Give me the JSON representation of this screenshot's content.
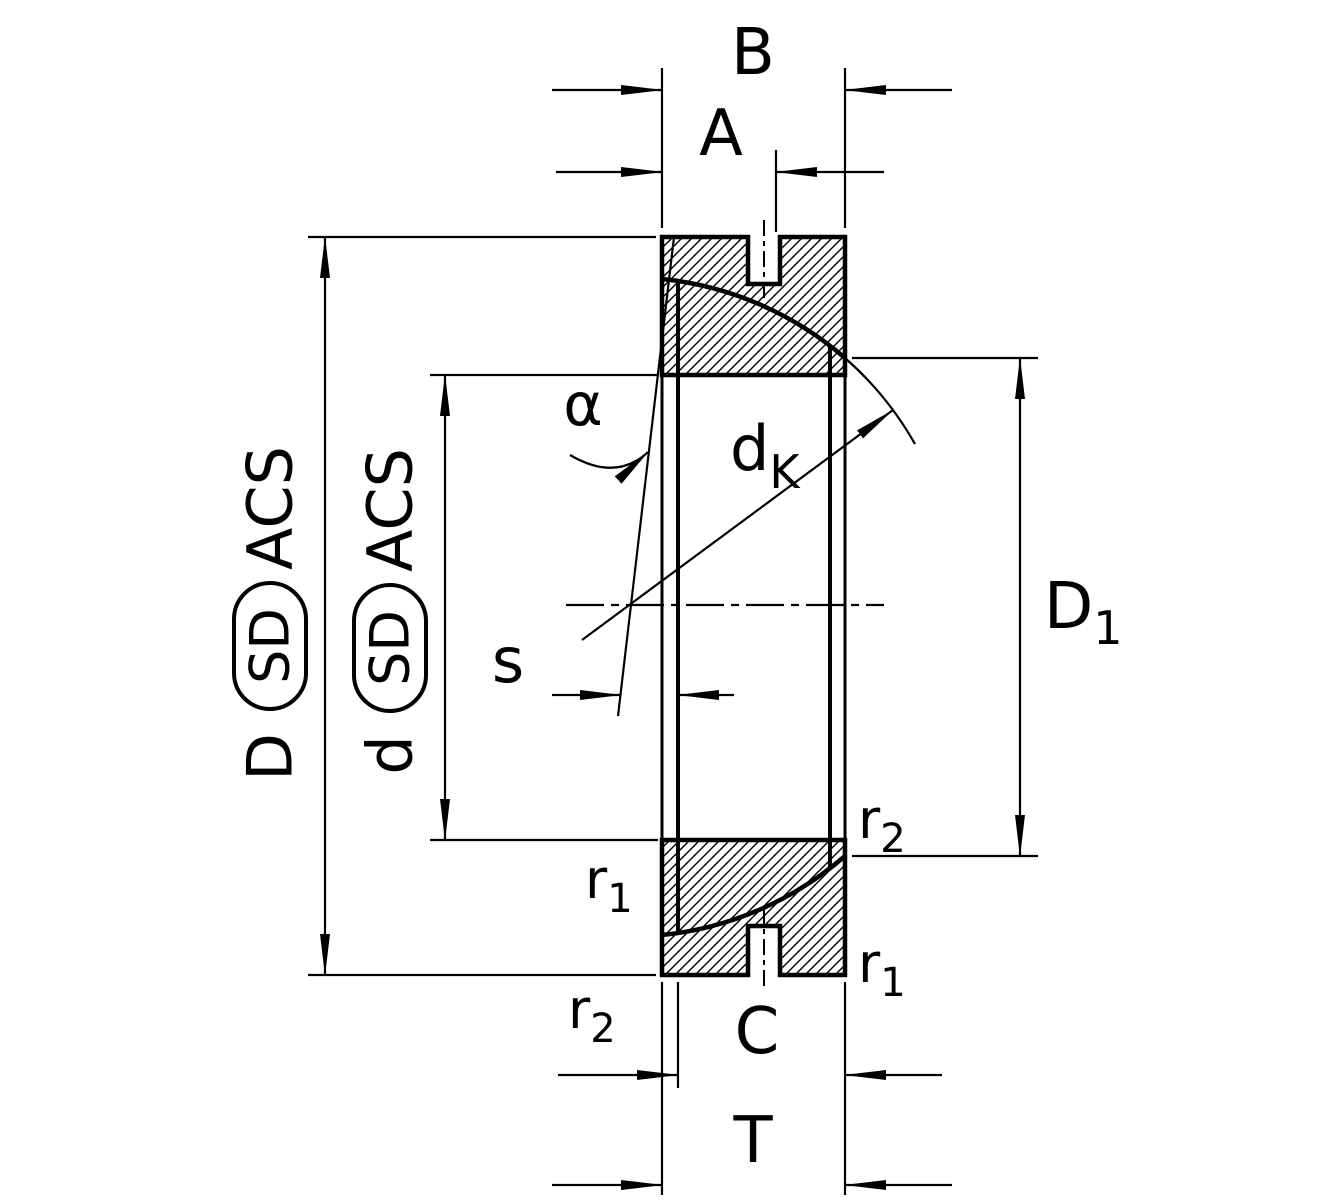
{
  "labels": {
    "width_B": "B",
    "width_A": "A",
    "width_C": "C",
    "width_T": "T",
    "offset_s": "s",
    "contact_angle": "α",
    "outer_diameter": {
      "letter": "D",
      "tolerance": "SD",
      "class": "ACS"
    },
    "bore_diameter": {
      "letter": "d",
      "tolerance": "SD",
      "class": "ACS"
    },
    "sphere_diameter": {
      "letter": "d",
      "subscript": "K"
    },
    "diameter_D1": {
      "letter": "D",
      "subscript": "1"
    },
    "chamfer_r1": {
      "letter": "r",
      "subscript": "1"
    },
    "chamfer_r2": {
      "letter": "r",
      "subscript": "2"
    }
  },
  "colors": {
    "line": "#000000",
    "background": "#ffffff"
  }
}
